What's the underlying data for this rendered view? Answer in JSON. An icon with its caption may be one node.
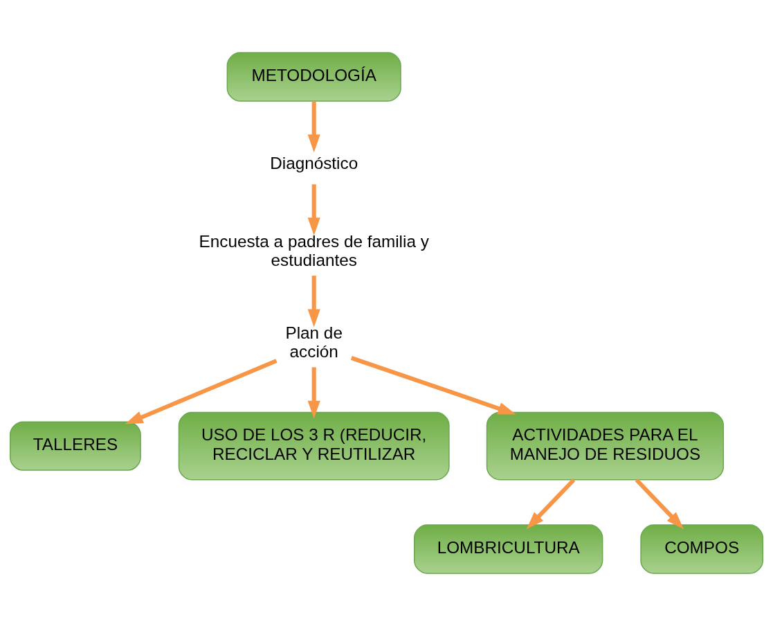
{
  "diagram": {
    "nodes": [
      {
        "text": [
          "METODOLOGÍA"
        ]
      },
      {
        "text": [
          "Diagnóstico"
        ]
      },
      {
        "text": [
          "Encuesta a padres de familia y estudiantes"
        ]
      },
      {
        "text": [
          "Plan de acción"
        ]
      },
      {
        "text": [
          "TALLERES"
        ]
      },
      {
        "text": [
          "USO DE LOS 3 R (REDUCIR,  RECICLAR Y REUTILIZAR"
        ]
      },
      {
        "text": [
          "ACTIVIDADES PARA EL MANEJO DE RESIDUOS"
        ]
      },
      {
        "text": [
          "LOMBRICULTURA"
        ]
      },
      {
        "text": [
          "COMPOS"
        ]
      }
    ],
    "edges": [
      {
        "from": 0,
        "to": 1,
        "arrow": "to"
      },
      {
        "from": 1,
        "to": 2,
        "arrow": "to"
      },
      {
        "from": 2,
        "to": 3,
        "arrow": "to"
      },
      {
        "from": 3,
        "to": 4,
        "arrow": "to"
      },
      {
        "from": 3,
        "to": 5,
        "arrow": "to"
      },
      {
        "from": 3,
        "to": 6,
        "arrow": "to"
      },
      {
        "from": 6,
        "to": 7,
        "arrow": "to"
      },
      {
        "from": 6,
        "to": 8,
        "arrow": "to"
      }
    ]
  }
}
